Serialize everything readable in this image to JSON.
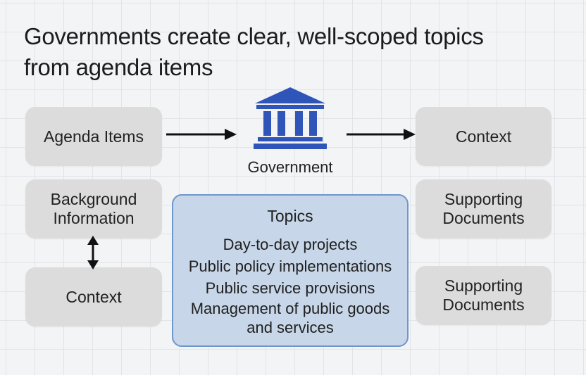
{
  "title": {
    "line1": "Governments create clear, well-scoped topics",
    "line2": "from agenda items"
  },
  "left_boxes": {
    "agenda": "Agenda Items",
    "background_line1": "Background",
    "background_line2": "Information",
    "context": "Context"
  },
  "center": {
    "government_icon": "government-building-icon",
    "government_label": "Government"
  },
  "topics": {
    "heading": "Topics",
    "items": [
      "Day-to-day projects",
      "Public policy implementations",
      "Public service provisions",
      "Management of public goods",
      "and services"
    ]
  },
  "right_boxes": {
    "context": "Context",
    "supporting_1_line1": "Supporting",
    "supporting_1_line2": "Documents",
    "supporting_2_line1": "Supporting",
    "supporting_2_line2": "Documents"
  },
  "colors": {
    "icon_blue": "#2f55b8",
    "topics_fill": "#c7d6e8",
    "topics_border": "#6f97cc",
    "box_fill": "#dcdcdc",
    "arrow": "#111111"
  }
}
